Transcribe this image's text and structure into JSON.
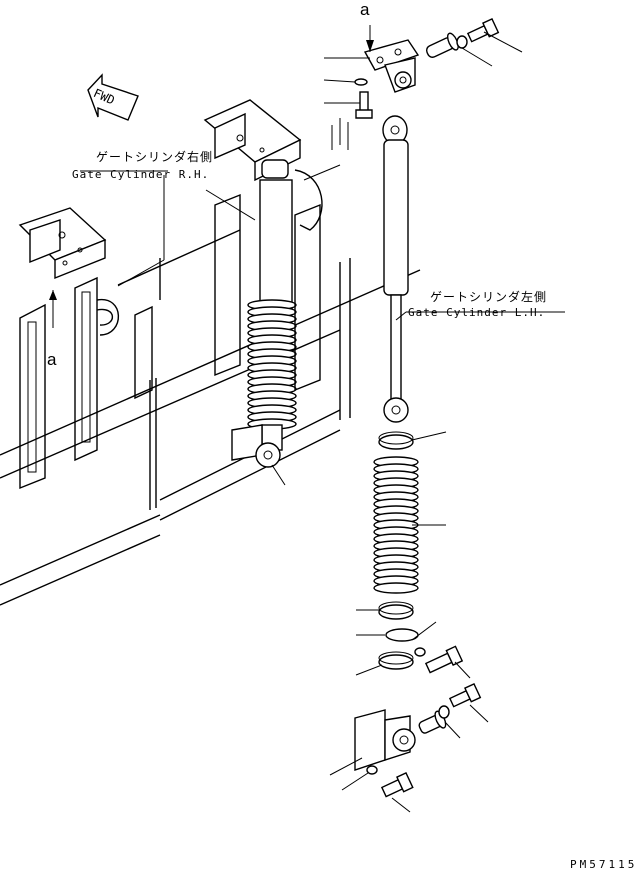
{
  "labels": {
    "rh_jp": "ゲートシリンダ右側",
    "rh_en": "Gate Cylinder R.H.",
    "lh_jp": "ゲートシリンダ左側",
    "lh_en": "Gate Cylinder L.H.",
    "view_mark_top": "a",
    "view_mark_left": "a",
    "direction": "FWD",
    "drawing_code": "PM57115"
  }
}
